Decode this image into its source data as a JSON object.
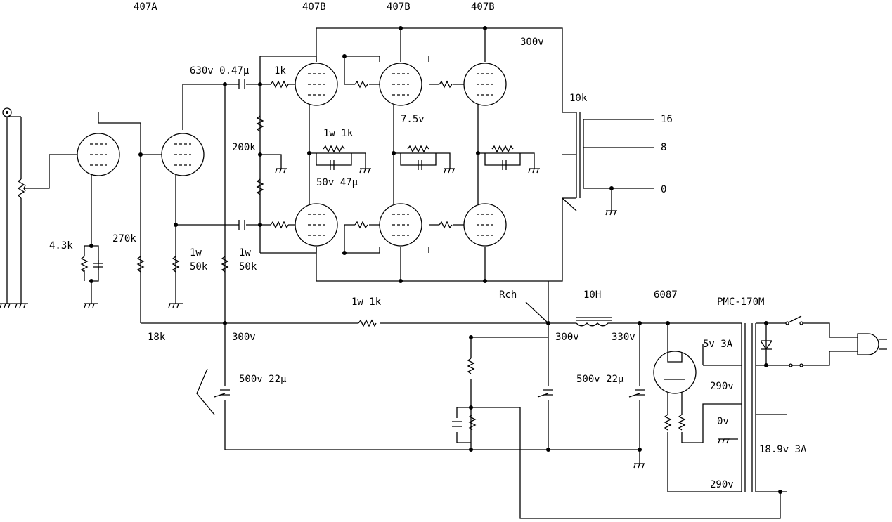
{
  "tubes": {
    "t407a": "407A",
    "t407b_1": "407B",
    "t407b_2": "407B",
    "t407b_3": "407B",
    "t6087": "6087"
  },
  "labels": {
    "v300_top": "300v",
    "out_trans": "10k",
    "tap16": "16",
    "tap8": "8",
    "tap0": "0",
    "cap_coupling": "630v 0.47μ",
    "r1k_grid": "1k",
    "v7_5": "7.5v",
    "r1w1k_cath": "1w 1k",
    "r200k": "200k",
    "cap50v": "50v 47μ",
    "r4_3k": "4.3k",
    "r270k": "270k",
    "r1w_a": "1w",
    "r50k_a": "50k",
    "r1w_b": "1w",
    "r50k_b": "50k",
    "r18k": "18k",
    "v300_mid": "300v",
    "r1w1k_b": "1w 1k",
    "rch": "Rch",
    "choke": "10H",
    "v300_ps": "300v",
    "v330": "330v",
    "cap500_a": "500v 22μ",
    "cap500_b": "500v 22μ",
    "pmc": "PMC-170M",
    "v5_3a": "5v 3A",
    "v290_a": "290v",
    "v0": "0v",
    "v18_9": "18.9v 3A",
    "v290_b": "290v"
  }
}
